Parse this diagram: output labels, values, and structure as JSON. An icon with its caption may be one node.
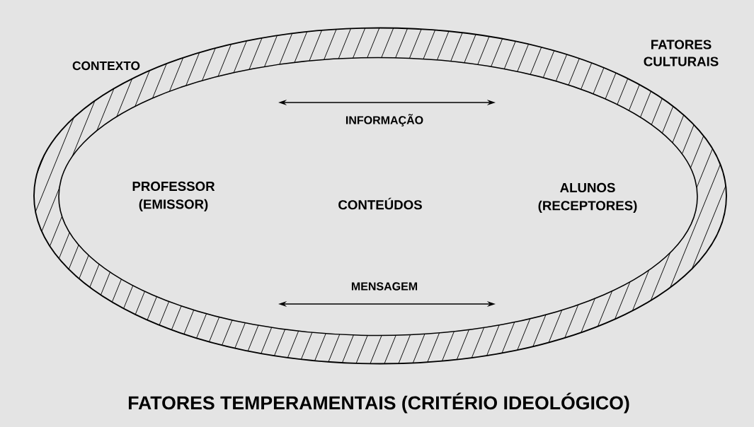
{
  "diagram": {
    "nodes": [
      {
        "text": [],
        "shape": "ellipse"
      },
      {
        "text": [
          "PROFESSOR",
          "(EMISSOR)"
        ],
        "in": 0
      },
      {
        "text": [
          "CONTEÚDOS"
        ],
        "in": 0
      },
      {
        "text": [
          "ALUNOS",
          "(RECEPTORES)"
        ],
        "in": 0
      }
    ],
    "labels": [
      "CONTEXTO",
      "FATORES CULTURAIS",
      "INFORMAÇÃO",
      "MENSAGEM",
      "FATORES TEMPERAMENTAIS (CRITÉRIO IDEOLÓGICO)"
    ]
  }
}
